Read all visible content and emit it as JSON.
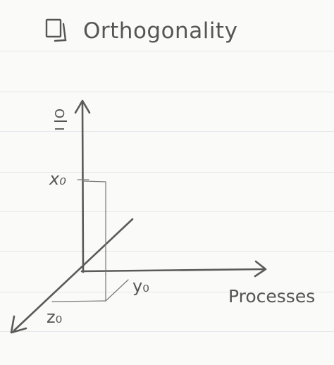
{
  "title": {
    "checkbox_icon": "checkbox-icon",
    "text": "Orthogonality"
  },
  "diagram": {
    "vertical_axis_label_top": "O",
    "vertical_axis_label_bottom": "I",
    "point_x_label": "x₀",
    "point_y_label": "y₀",
    "point_z_label": "z₀",
    "horizontal_axis_label": "Processes"
  }
}
